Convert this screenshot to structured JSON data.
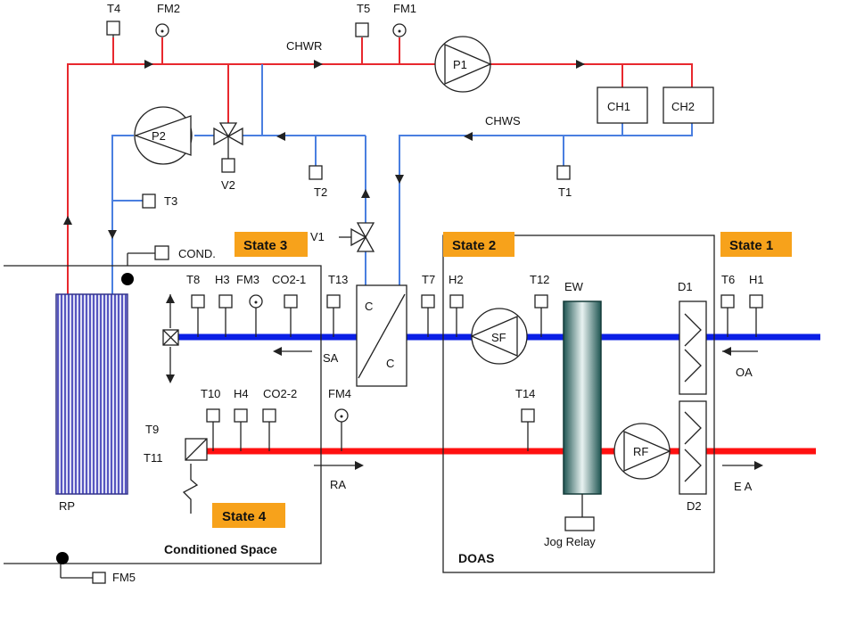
{
  "labels": {
    "t4": "T4",
    "fm2": "FM2",
    "t5": "T5",
    "fm1": "FM1",
    "chwr": "CHWR",
    "p1": "P1",
    "p2": "P2",
    "ch1": "CH1",
    "ch2": "CH2",
    "chws": "CHWS",
    "v2": "V2",
    "t2": "T2",
    "t1": "T1",
    "t3": "T3",
    "v1": "V1",
    "cond": "COND.",
    "t8": "T8",
    "h3": "H3",
    "fm3": "FM3",
    "co2_1": "CO2-1",
    "t13": "T13",
    "t7": "T7",
    "h2": "H2",
    "t12": "T12",
    "ew": "EW",
    "d1": "D1",
    "t6": "T6",
    "h1": "H1",
    "coil_top": "C",
    "coil_bottom": "C",
    "sa": "SA",
    "sf": "SF",
    "oa": "OA",
    "t10": "T10",
    "h4": "H4",
    "co2_2": "CO2-2",
    "fm4": "FM4",
    "t14": "T14",
    "t9": "T9",
    "t11": "T11",
    "rf": "RF",
    "ra": "RA",
    "ea": "E A",
    "d2": "D2",
    "rp": "RP",
    "jog_relay": "Jog Relay",
    "conditioned_space": "Conditioned Space",
    "doas": "DOAS",
    "fm5": "FM5"
  },
  "states": {
    "state1": "State 1",
    "state2": "State 2",
    "state3": "State 3",
    "state4": "State 4"
  },
  "colors": {
    "chilled_water_return": "#e8282e",
    "chilled_water_supply": "#4a7fe0",
    "supply_air_duct": "#0a1fe6",
    "return_air_duct": "#ff1010",
    "state_label_bg": "#f7a21b",
    "radiant_panel": "#6a6acd",
    "energy_wheel": "#2e6d6a"
  }
}
